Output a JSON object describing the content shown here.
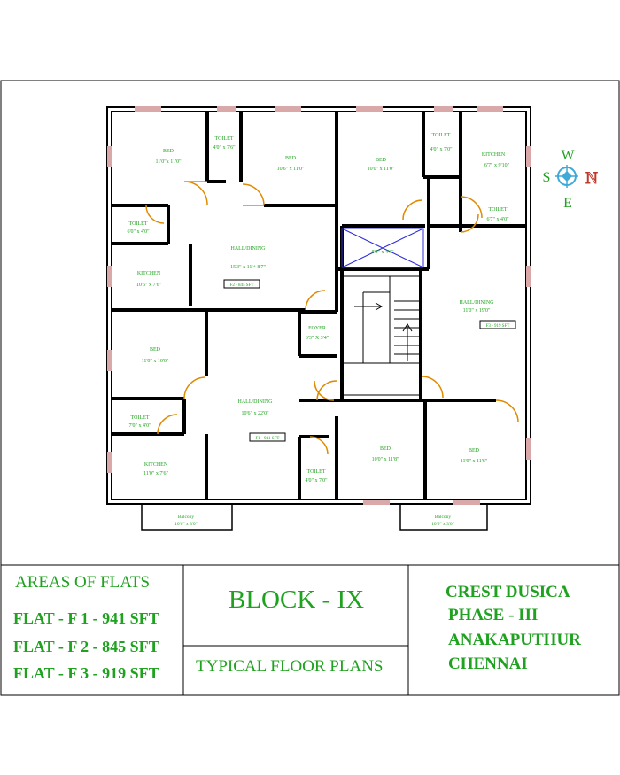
{
  "drawing": {
    "rooms": {
      "bed_1": {
        "name": "BED",
        "size": "11'0\"x 11'0\""
      },
      "toilet_1": {
        "name": "TOILET",
        "size": "4'0\" x 7'6\""
      },
      "bed_2": {
        "name": "BED",
        "size": "10'6\" x 11'0\""
      },
      "bed_3": {
        "name": "BED",
        "size": "10'0\" x 11'0\""
      },
      "toilet_2": {
        "name": "TOILET",
        "size": "4'0\" x 7'0\""
      },
      "kitchen_1": {
        "name": "KITCHEN",
        "size": "6'7\" x 9'10\""
      },
      "toilet_3": {
        "name": "TOILET",
        "size": "6'0\" x 4'0\""
      },
      "toilet_4": {
        "name": "TOILET",
        "size": "6'7\" x 4'0\""
      },
      "hall_1": {
        "name": "HALL/DINING",
        "size": "15'3\" x 11'+ 8'7\"",
        "area": "F2 - 845 SFT"
      },
      "duct": {
        "name": "8'3\" x 4'6\""
      },
      "kitchen_2": {
        "name": "KITCHEN",
        "size": "10'6\" x 7'6\""
      },
      "hall_3": {
        "name": "HALL/DINING",
        "size": "11'0\" x 19'0\"",
        "area": "F3 - 919 SFT"
      },
      "foyer": {
        "name": "FOYER",
        "size": "6'3\" X 3'4\""
      },
      "bed_4": {
        "name": "BED",
        "size": "11'0\" x 10'0\""
      },
      "hall_2": {
        "name": "HALL/DINING",
        "size": "10'6\" x 22'0\""
      },
      "area_1": {
        "area": "F1 - 941 SFT"
      },
      "toilet_5": {
        "name": "TOILET",
        "size": "7'0\" x 4'0\""
      },
      "kitchen_3": {
        "name": "KITCHEN",
        "size": "11'0\" x 7'6\""
      },
      "toilet_6": {
        "name": "TOILET",
        "size": "4'0\" x 7'0\""
      },
      "bed_5": {
        "name": "BED",
        "size": "10'0\" x 11'8\""
      },
      "bed_6": {
        "name": "BED",
        "size": "11'0\" x 11'6\""
      },
      "balcony_1": {
        "name": "Balcony",
        "size": "10'6\" x 3'0\""
      },
      "balcony_2": {
        "name": "Balcony",
        "size": "10'6\" x 3'0\""
      }
    },
    "compass": {
      "n": "N",
      "s": "S",
      "e": "E",
      "w": "W"
    }
  },
  "title_block": {
    "areas_heading": "AREAS OF FLATS",
    "flats": [
      "FLAT - F 1 - 941 SFT",
      "FLAT - F 2 - 845 SFT",
      "FLAT - F 3 - 919 SFT"
    ],
    "block": "BLOCK - IX",
    "plan_type": "TYPICAL FLOOR PLANS",
    "project": [
      "CREST DUSICA",
      "PHASE - III",
      "ANAKAPUTHUR",
      "CHENNAI"
    ]
  },
  "colors": {
    "label": "#1fa21f",
    "walls": "#000000",
    "windows": "#d9a9a9",
    "doors": "#e08a00",
    "duct": "#2d2dd6",
    "compass_ring": "#3fa9d8",
    "north": "#c0392b"
  }
}
